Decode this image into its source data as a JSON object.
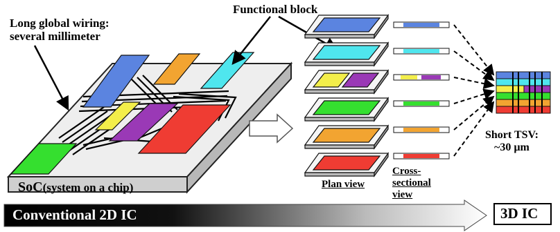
{
  "labels": {
    "long_wiring_line1": "Long global wiring:",
    "long_wiring_line2": "several millimeter",
    "functional_block": "Functional block",
    "soc_main": "SoC",
    "soc_sub": "(system on a chip)",
    "plan_view": "Plan view",
    "cross_line1": "Cross-",
    "cross_line2": "sectional",
    "cross_line3": "view",
    "tsv_line1": "Short TSV:",
    "tsv_line2": "~30 µm",
    "conventional": "Conventional 2D IC",
    "ic3d": "3D IC"
  },
  "colors": {
    "blue": "#5b84e0",
    "cyan": "#4fe6ee",
    "yellow": "#f3ee4a",
    "purple": "#9a39b6",
    "green": "#35df2f",
    "orange": "#f2a431",
    "red": "#ef3c33",
    "chip_top": "#ececec",
    "chip_side": "#c9c9c9"
  },
  "layers": [
    "blue",
    "cyan",
    "yellow-purple",
    "green",
    "orange",
    "red"
  ]
}
